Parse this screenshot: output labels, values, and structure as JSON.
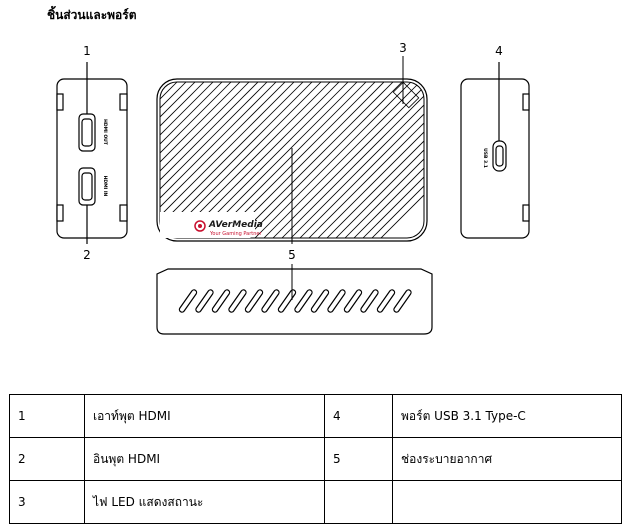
{
  "section_title": "ชิ้นส่วนและพอร์ต",
  "device": {
    "brand_logo_text": "AVerMedia",
    "brand_tagline": "Your Gaming Partner",
    "side_port_labels": [
      "HDMI OUT",
      "HDMI IN"
    ],
    "right_port_label": "USB 3.1"
  },
  "callouts": [
    "1",
    "2",
    "3",
    "4",
    "5",
    "5"
  ],
  "parts_table": {
    "rows": [
      {
        "num_a": "1",
        "desc_a": "เอาท์พุต HDMI",
        "num_b": "4",
        "desc_b": "พอร์ต USB 3.1 Type-C"
      },
      {
        "num_a": "2",
        "desc_a": "อินพุต HDMI",
        "num_b": "5",
        "desc_b": "ช่องระบายอากาศ"
      },
      {
        "num_a": "3",
        "desc_a": "ไฟ LED แสดงสถานะ",
        "num_b": "",
        "desc_b": ""
      }
    ]
  }
}
